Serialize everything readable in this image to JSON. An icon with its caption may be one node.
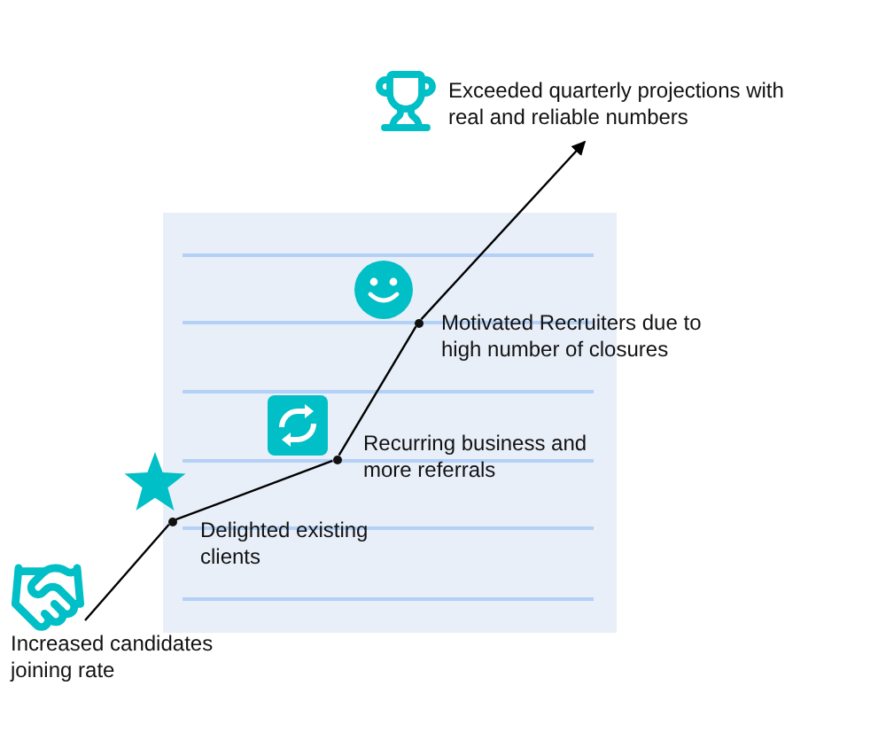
{
  "diagram": {
    "nodes": [
      {
        "text": [
          "Increased candidates joining rate"
        ]
      },
      {
        "text": [],
        "shape": "circle",
        "beside": [
          "Delighted existing clients"
        ]
      },
      {
        "text": [],
        "shape": "circle",
        "beside": [
          "Recurring business and more referrals"
        ]
      },
      {
        "text": [],
        "shape": "circle",
        "beside": [
          "Motivated Recruiters due to high number of closures"
        ]
      },
      {
        "text": [
          "Exceeded quarterly projections with real and reliable numbers"
        ]
      }
    ],
    "edges": [
      {
        "from": 0,
        "to": 1,
        "arrow": "none"
      },
      {
        "from": 1,
        "to": 2,
        "arrow": "none"
      },
      {
        "from": 2,
        "to": 3,
        "arrow": "none"
      },
      {
        "from": 3,
        "to": 4,
        "arrow": "to"
      }
    ]
  }
}
